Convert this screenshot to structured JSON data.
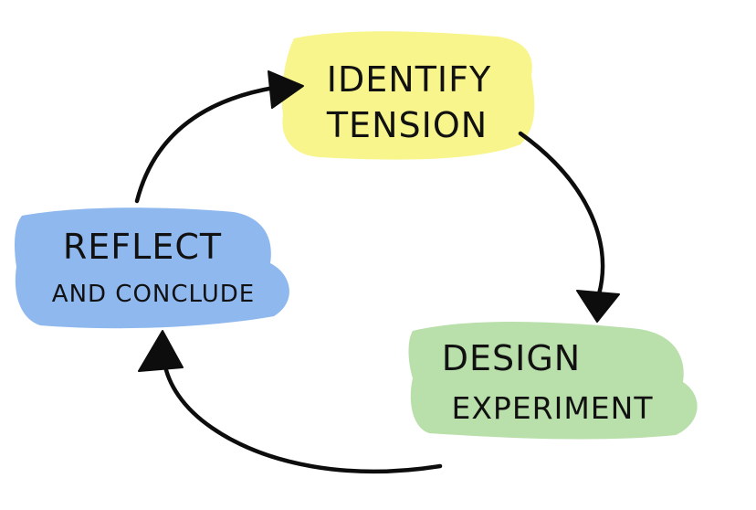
{
  "diagram": {
    "type": "cycle",
    "nodes": {
      "identify": {
        "line1": "IDENTIFY",
        "line2": "TENSION",
        "color": "#f8f58c"
      },
      "design": {
        "line1": "DESIGN",
        "line2": "EXPERIMENT",
        "color": "#b9dfab"
      },
      "reflect": {
        "line1": "REFLECT",
        "line2": "AND CONCLUDE",
        "color": "#8fb8ef"
      }
    },
    "arrow_color": "#0d0d0d"
  }
}
